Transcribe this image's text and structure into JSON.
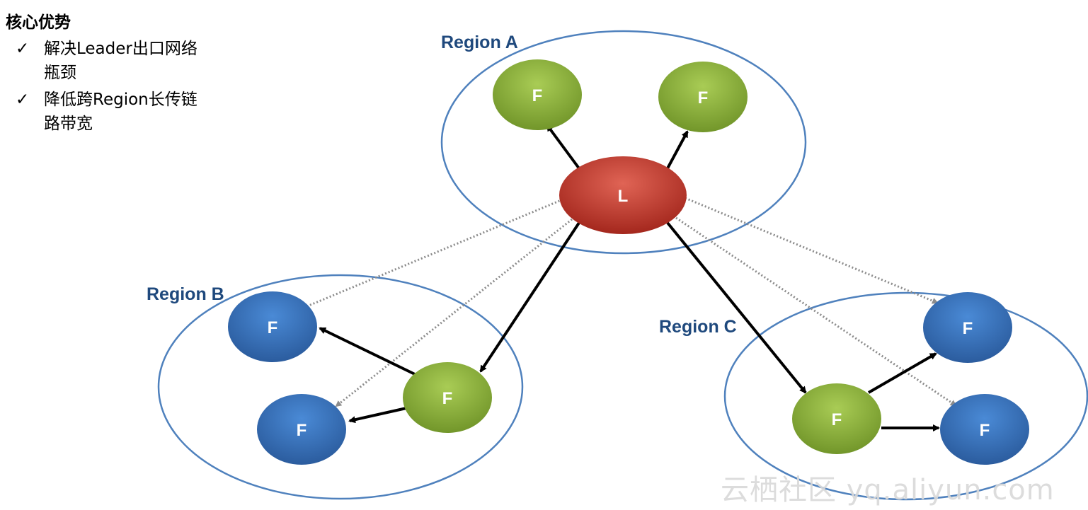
{
  "sidebar": {
    "heading": "核心优势",
    "bullets": [
      {
        "check": "✓",
        "text_lines": [
          "解决Leader出口网络",
          "瓶颈"
        ]
      },
      {
        "check": "✓",
        "text_lines": [
          "降低跨Region长传链",
          "路带宽"
        ]
      }
    ]
  },
  "regions": {
    "a": {
      "label": "Region A"
    },
    "b": {
      "label": "Region B"
    },
    "c": {
      "label": "Region C"
    }
  },
  "nodes": {
    "leader": "L",
    "a_left": "F",
    "a_right": "F",
    "b_top": "F",
    "b_bottom": "F",
    "b_relay": "F",
    "c_relay": "F",
    "c_top": "F",
    "c_bottom": "F"
  },
  "colors": {
    "region_border": "#4f81bd",
    "region_label": "#1f497d",
    "leader": "#c0392b",
    "relay_green": "#8cb23a",
    "follower_blue": "#2e6dbf",
    "arrow": "#000000",
    "dotted_arrow": "#8c8c8c"
  },
  "watermark": "云栖社区 yq.aliyun.com"
}
